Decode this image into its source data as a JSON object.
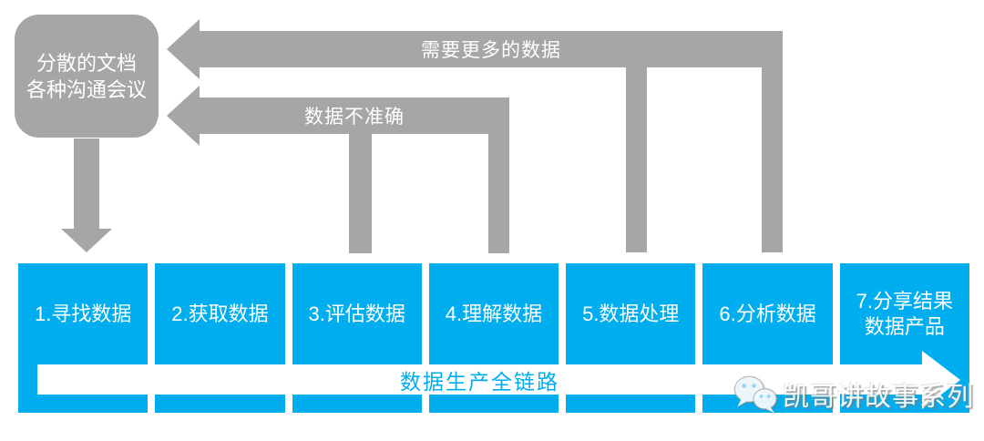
{
  "colors": {
    "arrow_gray": "#A6A6A6",
    "step_blue": "#00AEEF",
    "label_white": "#FFFFFF"
  },
  "source_box": {
    "line1": "分散的文档",
    "line2": "各种沟通会议"
  },
  "feedback_arrows": [
    {
      "label": "需要更多的数据"
    },
    {
      "label": "数据不准确"
    }
  ],
  "process_steps": [
    {
      "label": "1.寻找数据"
    },
    {
      "label": "2.获取数据"
    },
    {
      "label": "3.评估数据"
    },
    {
      "label": "4.理解数据"
    },
    {
      "label": "5.数据处理"
    },
    {
      "label": "6.分析数据"
    },
    {
      "label": "7.分享结果\n数据产品"
    }
  ],
  "pipeline_arrow": {
    "label": "数据生产全链路"
  },
  "watermark": {
    "icon": "wechat-icon",
    "label": "凯哥讲故事系列"
  }
}
